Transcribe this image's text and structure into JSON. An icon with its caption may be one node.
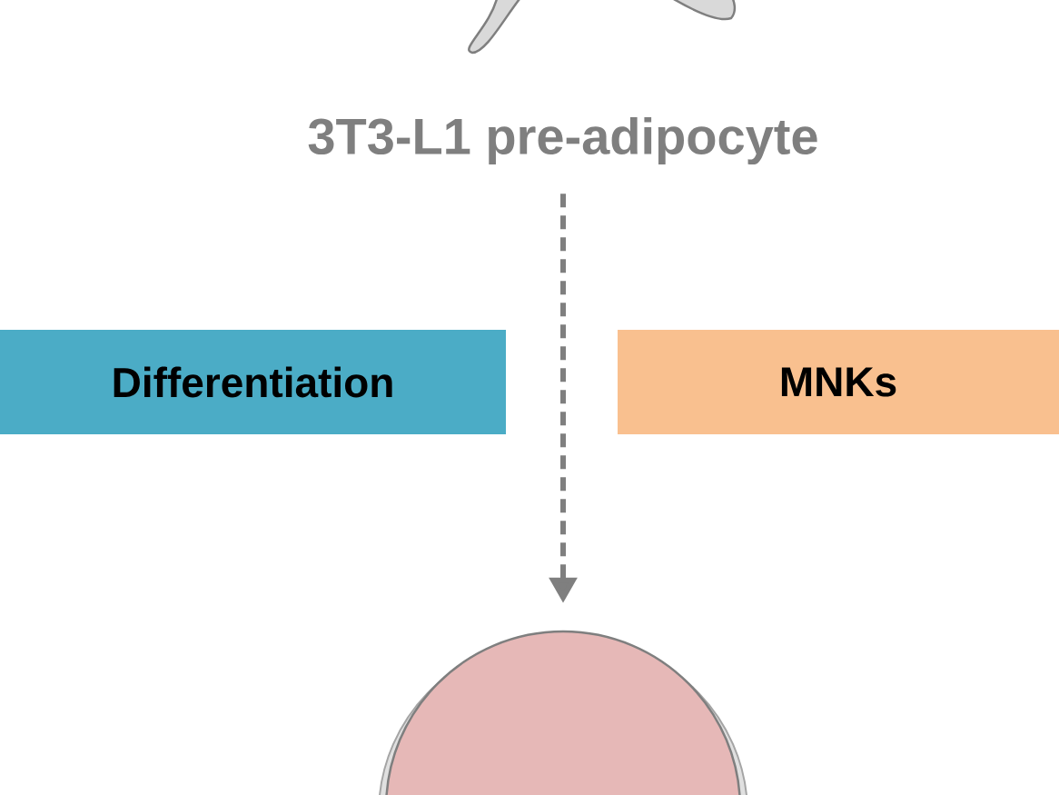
{
  "diagram": {
    "nodes": [
      {
        "text": [
          "3T3-L1 pre-adipocyte"
        ]
      },
      {
        "text": [
          "Differentiation"
        ]
      },
      {
        "text": [
          "MNKs"
        ]
      },
      {
        "text": [],
        "shape": "circle"
      }
    ],
    "edges": [
      {
        "from": 0,
        "to": 3,
        "arrow": "to",
        "style": "dashed"
      }
    ]
  }
}
